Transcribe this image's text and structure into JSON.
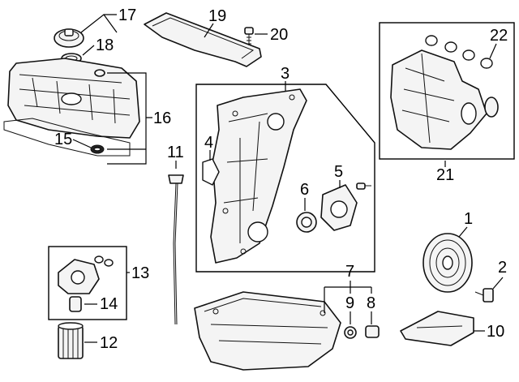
{
  "callouts": {
    "c1": "1",
    "c2": "2",
    "c3": "3",
    "c4": "4",
    "c5": "5",
    "c6": "6",
    "c7": "7",
    "c8": "8",
    "c9": "9",
    "c10": "10",
    "c11": "11",
    "c12": "12",
    "c13": "13",
    "c14": "14",
    "c15": "15",
    "c16": "16",
    "c17": "17",
    "c18": "18",
    "c19": "19",
    "c20": "20",
    "c21": "21",
    "c22": "22"
  },
  "colors": {
    "line": "#111111",
    "fill": "#f4f4f4",
    "background": "#ffffff"
  }
}
